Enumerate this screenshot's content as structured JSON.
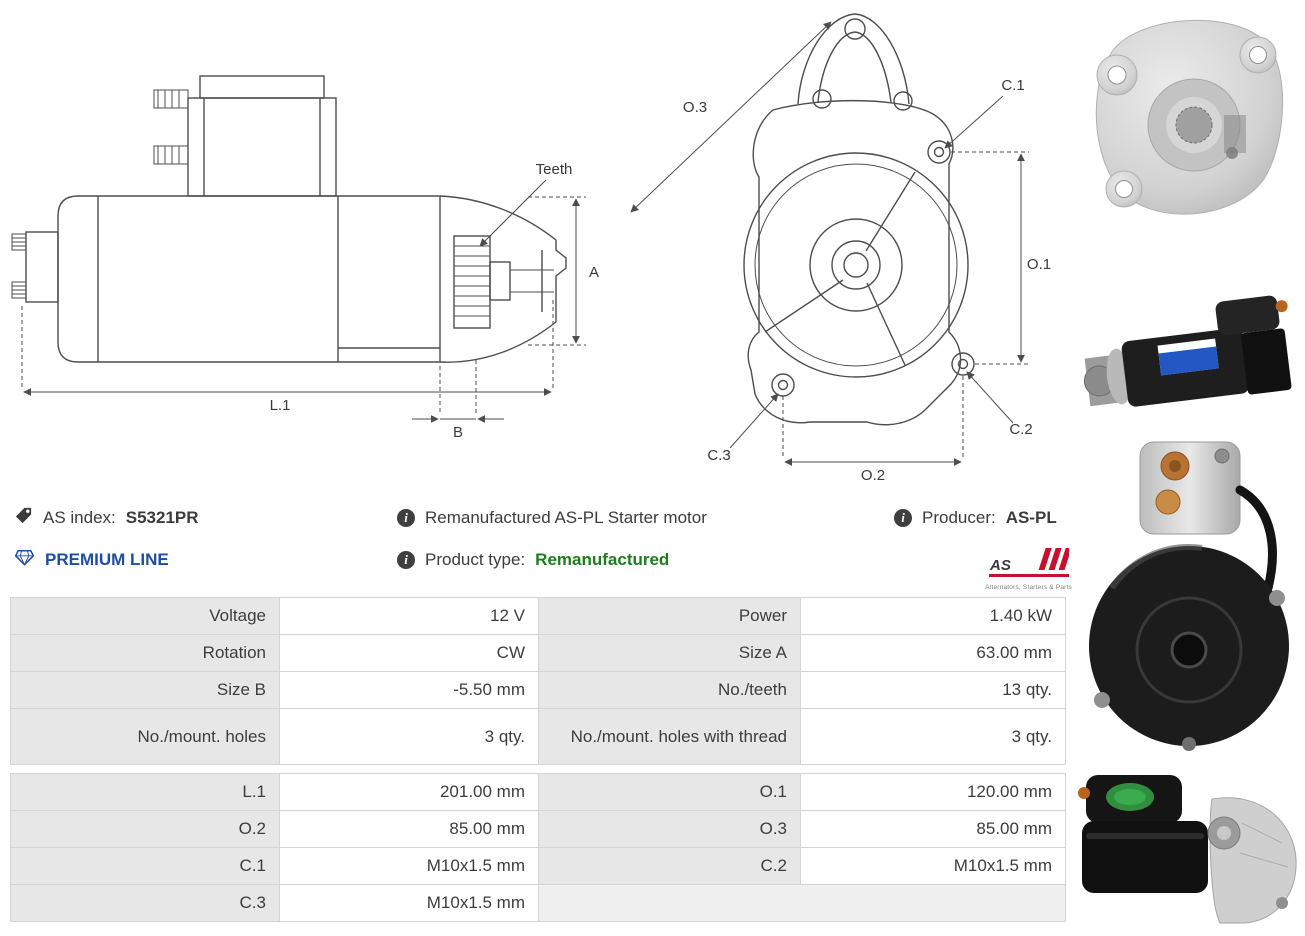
{
  "meta": {
    "as_index_label": "AS index:",
    "as_index_value": "S5321PR",
    "premium_line": "PREMIUM LINE",
    "description": "Remanufactured AS-PL Starter motor",
    "product_type_label": "Product type:",
    "product_type_value": "Remanufactured",
    "producer_label": "Producer:",
    "producer_value": "AS-PL",
    "logo_text": "AS",
    "logo_subtext": "Alternators, Starters & Parts"
  },
  "diagram": {
    "side": {
      "teeth": "Teeth",
      "a": "A",
      "l1": "L.1",
      "b": "B"
    },
    "front": {
      "o3": "O.3",
      "c1": "C.1",
      "o1": "O.1",
      "c3": "C.3",
      "o2": "O.2",
      "c2": "C.2"
    }
  },
  "spec_table": {
    "rows": [
      {
        "l1": "Voltage",
        "v1": "12 V",
        "l2": "Power",
        "v2": "1.40 kW"
      },
      {
        "l1": "Rotation",
        "v1": "CW",
        "l2": "Size A",
        "v2": "63.00 mm"
      },
      {
        "l1": "Size B",
        "v1": "-5.50 mm",
        "l2": "No./teeth",
        "v2": "13 qty."
      },
      {
        "l1": "No./mount. holes",
        "v1": "3 qty.",
        "l2": "No./mount. holes with thread",
        "v2": "3 qty."
      },
      {
        "l1": "L.1",
        "v1": "201.00 mm",
        "l2": "O.1",
        "v2": "120.00 mm"
      },
      {
        "l1": "O.2",
        "v1": "85.00 mm",
        "l2": "O.3",
        "v2": "85.00 mm"
      },
      {
        "l1": "C.1",
        "v1": "M10x1.5 mm",
        "l2": "C.2",
        "v2": "M10x1.5 mm"
      },
      {
        "l1": "C.3",
        "v1": "M10x1.5 mm",
        "l2": "",
        "v2": ""
      }
    ]
  }
}
